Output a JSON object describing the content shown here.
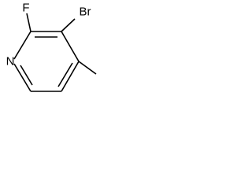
{
  "molecule": {
    "atoms": {
      "nitrogen": "N",
      "fluorine": "F",
      "bromine": "Br"
    }
  },
  "colors": {
    "bond": "#000000",
    "label": "#000000",
    "background": "#ffffff"
  }
}
